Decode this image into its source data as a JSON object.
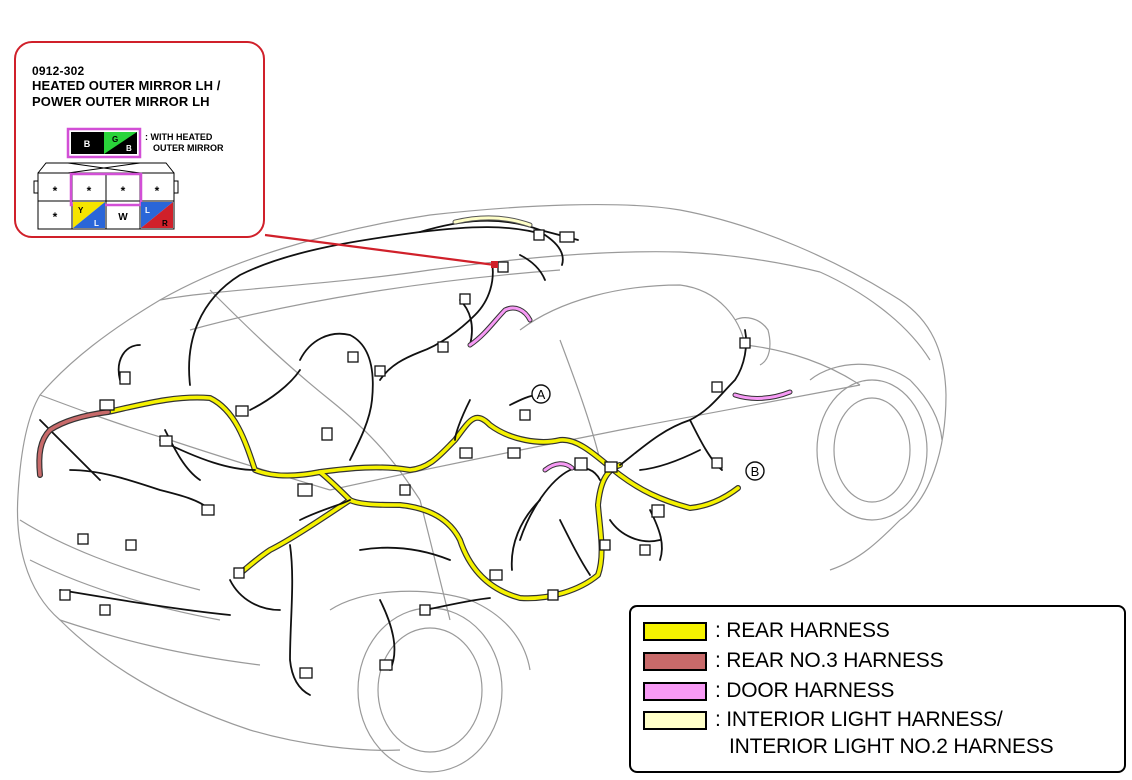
{
  "connector": {
    "code": "0912-302",
    "title_line1": "HEATED OUTER MIRROR LH /",
    "title_line2": "POWER OUTER MIRROR LH",
    "note_line1": ": WITH HEATED",
    "note_line2": "OUTER MIRROR",
    "upper_pins": [
      {
        "label": "B",
        "color": "#000000"
      },
      {
        "label": "G",
        "color": "#2ad43a"
      },
      {
        "label": "B",
        "color": "#000000"
      }
    ],
    "pins_row1": [
      "*",
      "*",
      "*",
      "*"
    ],
    "pins_row2": [
      {
        "label": "*",
        "colors": [
          "#ffffff"
        ]
      },
      {
        "label": "Y",
        "sub": "L",
        "colors": [
          "#f5e400",
          "#2a66d8"
        ]
      },
      {
        "label": "W",
        "colors": [
          "#ffffff"
        ]
      },
      {
        "label": "L",
        "sub": "R",
        "colors": [
          "#2a66d8",
          "#d0202a"
        ]
      }
    ]
  },
  "markers": {
    "a": "A",
    "b": "B"
  },
  "legend": {
    "items": [
      {
        "label": ": REAR HARNESS",
        "color": "#f5f200"
      },
      {
        "label": ": REAR NO.3 HARNESS",
        "color": "#c86a6a"
      },
      {
        "label": ": DOOR HARNESS",
        "color": "#f79af5"
      },
      {
        "label_line1": ": INTERIOR LIGHT HARNESS/",
        "label_line2": "INTERIOR LIGHT NO.2 HARNESS",
        "color": "#ffffc8"
      }
    ]
  },
  "colors": {
    "callout_border": "#d0202a",
    "connector_border": "#d24fd6",
    "wire_black": "#111111",
    "wire_outline": "#333333"
  }
}
